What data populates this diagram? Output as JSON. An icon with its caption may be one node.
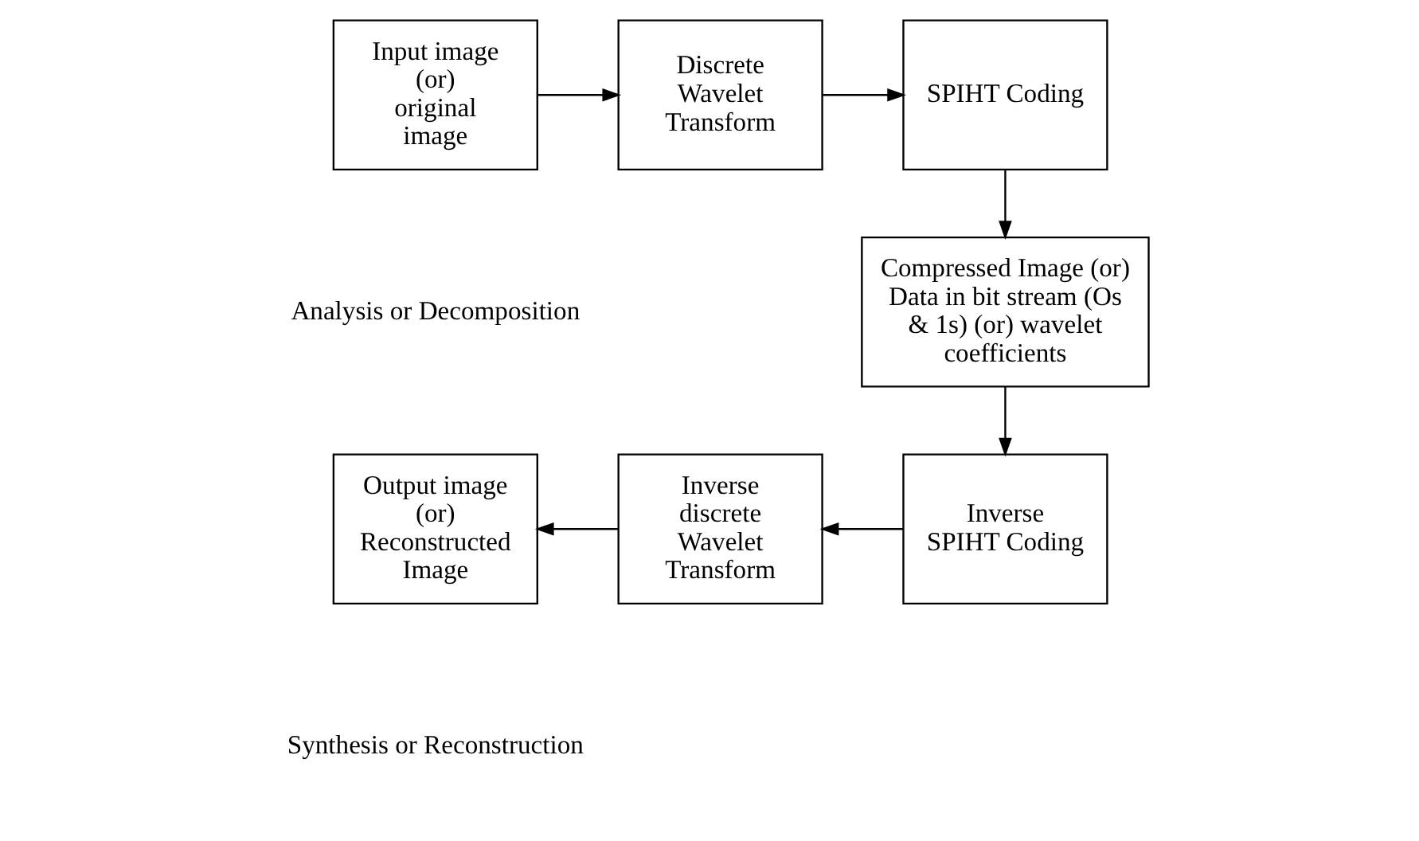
{
  "diagram": {
    "nodes": [
      {
        "text": [
          "Input image (or) original image"
        ]
      },
      {
        "text": [
          "Discrete Wavelet Transform"
        ]
      },
      {
        "text": [
          "SPIHT Coding"
        ]
      },
      {
        "text": [
          "Compressed Image (or) Data in bit stream (Os & 1s) (or) wavelet coefficients"
        ]
      },
      {
        "text": [
          "Inverse SPIHT Coding"
        ]
      },
      {
        "text": [
          "Inverse discrete Wavelet Transform"
        ]
      },
      {
        "text": [
          "Output image (or) Reconstructed Image"
        ]
      }
    ],
    "edges": [
      {
        "from": 0,
        "to": 1,
        "arrow": "to"
      },
      {
        "from": 1,
        "to": 2,
        "arrow": "to"
      },
      {
        "from": 2,
        "to": 3,
        "arrow": "to"
      },
      {
        "from": 3,
        "to": 4,
        "arrow": "to"
      },
      {
        "from": 4,
        "to": 5,
        "arrow": "to"
      },
      {
        "from": 5,
        "to": 6,
        "arrow": "to"
      }
    ],
    "labels": [
      "Analysis or Decomposition",
      "Synthesis or Reconstruction"
    ]
  }
}
